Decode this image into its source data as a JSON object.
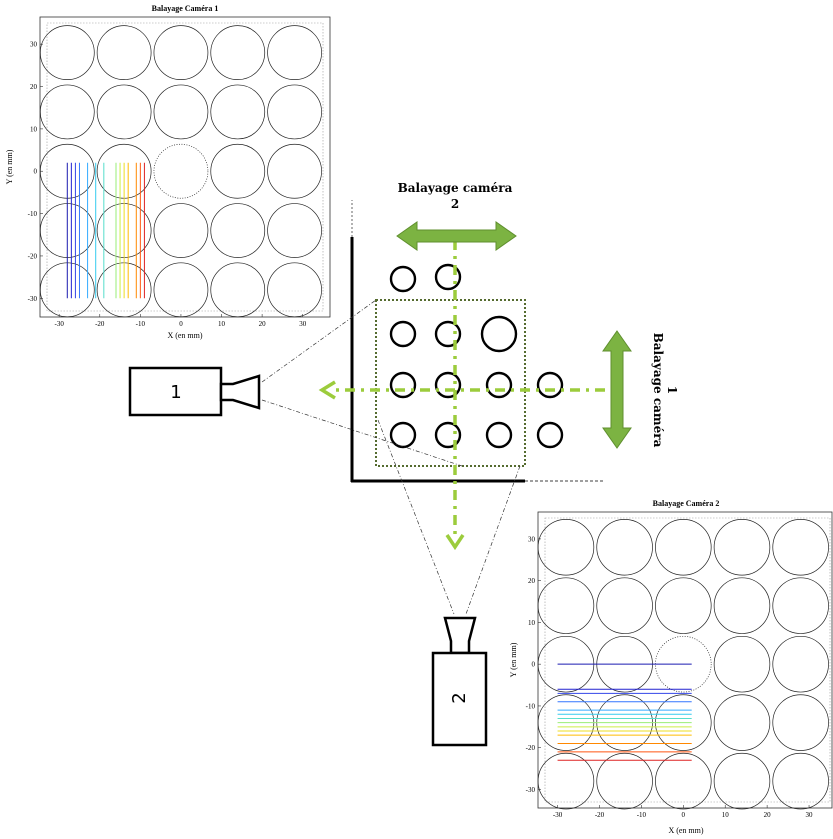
{
  "plot1": {
    "title": "Balayage Caméra 1",
    "xlabel": "X (en mm)",
    "ylabel": "Y (en mm)",
    "xticks": [
      "-30",
      "-20",
      "-10",
      "0",
      "10",
      "20",
      "30"
    ],
    "yticks": [
      "30",
      "20",
      "10",
      "0",
      "-10",
      "-20",
      "-30"
    ]
  },
  "plot2": {
    "title": "Balayage Caméra 2",
    "xlabel": "X (en mm)",
    "ylabel": "Y (en mm)",
    "xticks": [
      "-30",
      "-20",
      "-10",
      "0",
      "10",
      "20",
      "30"
    ],
    "yticks": [
      "30",
      "20",
      "10",
      "0",
      "-10",
      "-20",
      "-30"
    ]
  },
  "diagram": {
    "scan_label_2_line1": "Balayage caméra",
    "scan_label_2_line2": "2",
    "scan_label_1_line1": "Balayage caméra",
    "scan_label_1_line2": "1",
    "camera_1_label": "1",
    "camera_2_label": "2",
    "arrow_color": "#7cb342",
    "dash_color": "#9ccc3c"
  },
  "chart_data": [
    {
      "type": "line",
      "title": "Balayage Caméra 1",
      "xlabel": "X (en mm)",
      "ylabel": "Y (en mm)",
      "xlim": [
        -33,
        35
      ],
      "ylim": [
        -33,
        35
      ],
      "circles_centers_x": [
        -28,
        -14,
        0,
        14,
        28
      ],
      "circles_centers_y": [
        28,
        14,
        0,
        -14,
        -28
      ],
      "scan_lines_x": [
        -28,
        -27,
        -26,
        -25,
        -23,
        -21,
        -19,
        -16,
        -15,
        -14,
        -13,
        -11,
        -10,
        -9
      ],
      "scan_lines_y_range": [
        -30,
        2
      ]
    },
    {
      "type": "line",
      "title": "Balayage Caméra 2",
      "xlabel": "X (en mm)",
      "ylabel": "Y (en mm)",
      "xlim": [
        -33,
        35
      ],
      "ylim": [
        -33,
        35
      ],
      "circles_centers_x": [
        -28,
        -14,
        0,
        14,
        28
      ],
      "circles_centers_y": [
        28,
        14,
        0,
        -14,
        -28
      ],
      "scan_lines_y": [
        0,
        -6,
        -7,
        -9,
        -11,
        -12,
        -13,
        -14,
        -15,
        -16,
        -17,
        -19,
        -21,
        -23
      ],
      "scan_lines_x_range": [
        -30,
        2
      ]
    }
  ]
}
